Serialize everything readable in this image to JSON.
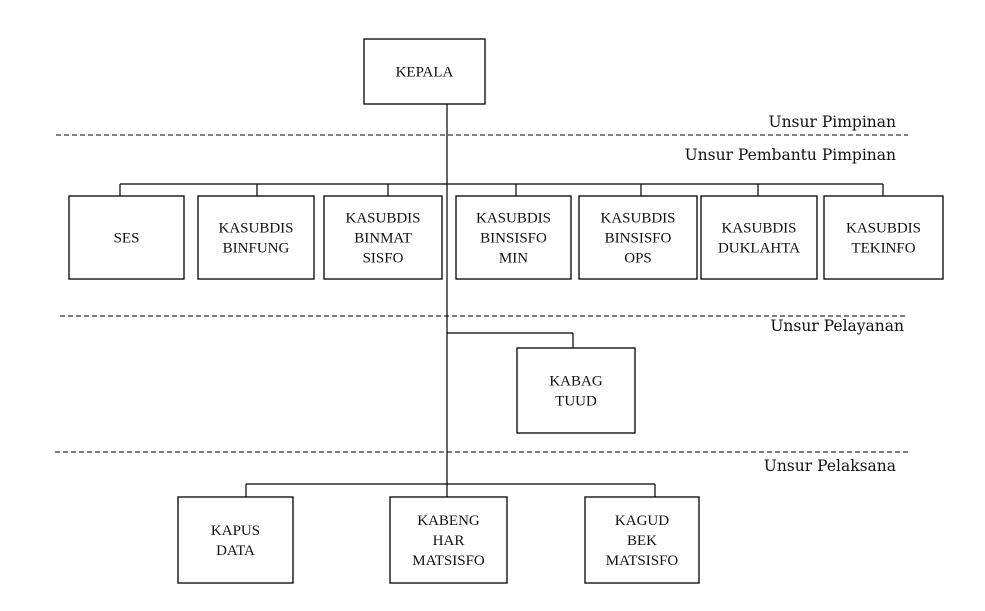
{
  "org_chart": {
    "head": {
      "lines": [
        "KEPALA"
      ]
    },
    "sections": {
      "pimpinan": "Unsur Pimpinan",
      "pembantu": "Unsur Pembantu Pimpinan",
      "pelayanan": "Unsur Pelayanan",
      "pelaksana": "Unsur Pelaksana"
    },
    "staff_units": [
      {
        "lines": [
          "SES"
        ]
      },
      {
        "lines": [
          "KASUBDIS",
          "BINFUNG"
        ]
      },
      {
        "lines": [
          "KASUBDIS",
          "BINMAT",
          "SISFO"
        ]
      },
      {
        "lines": [
          "KASUBDIS",
          "BINSISFO",
          "MIN"
        ]
      },
      {
        "lines": [
          "KASUBDIS",
          "BINSISFO",
          "OPS"
        ]
      },
      {
        "lines": [
          "KASUBDIS",
          "DUKLAHTA"
        ]
      },
      {
        "lines": [
          "KASUBDIS",
          "TEKINFO"
        ]
      }
    ],
    "service_unit": {
      "lines": [
        "KABAG",
        "TUUD"
      ]
    },
    "executive_units": [
      {
        "lines": [
          "KAPUS",
          "DATA"
        ]
      },
      {
        "lines": [
          "KABENG",
          "HAR",
          "MATSISFO"
        ]
      },
      {
        "lines": [
          "KAGUD",
          "BEK",
          "MATSISFO"
        ]
      }
    ]
  }
}
